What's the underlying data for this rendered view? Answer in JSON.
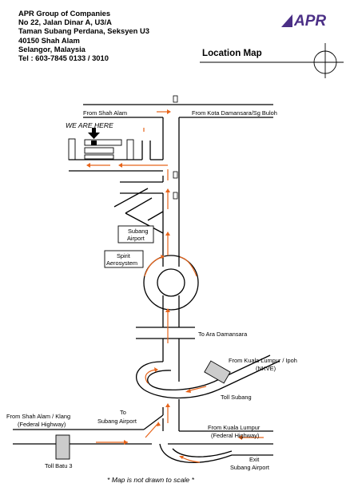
{
  "company": {
    "lines": [
      "APR Group of Companies",
      "No 22, Jalan Dinar A, U3/A",
      "Taman Subang Perdana, Seksyen U3",
      "40150 Shah Alam",
      "Selangor, Malaysia",
      "Tel : 603-7845 0133 / 3010"
    ]
  },
  "logo": {
    "text": "APR",
    "color": "#4b2f86"
  },
  "map_title": "Location Map",
  "colors": {
    "route_arrow": "#e7641a",
    "road": "#000000",
    "toll_fill": "#cccccc"
  },
  "labels": {
    "from_shah_alam": "From Shah Alam",
    "from_kota_damansara": "From Kota Damansara/Sg Buloh",
    "we_are_here": "WE ARE HERE",
    "subang_airport_box": [
      "Subang",
      "Airport"
    ],
    "spirit_aerosystem_box": [
      "Spirit",
      "Aerosystem"
    ],
    "to_ara_damansara": "To Ara Damansara",
    "from_kl_ipoh": [
      "From Kuala Lumpur / Ipoh",
      "(NKVE)"
    ],
    "toll_subang": "Toll Subang",
    "to_subang_airport": [
      "To",
      "Subang Airport"
    ],
    "from_shah_alam_klang": [
      "From Shah Alam / Klang",
      "(Federal Highway)"
    ],
    "from_kl_federal": [
      "From Kuala Lumpur",
      "(Federal Highway)"
    ],
    "exit_subang_airport": [
      "Exit",
      "Subang Airport"
    ],
    "toll_batu_3": "Toll Batu 3"
  },
  "footnote": "* Map is not drawn to scale *"
}
